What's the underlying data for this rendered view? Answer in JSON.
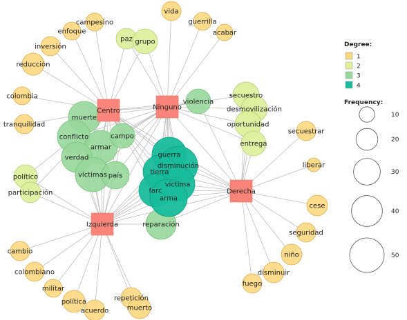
{
  "legend": {
    "degree_title": "Degree:",
    "degree_levels": [
      {
        "label": "1",
        "color": "#FDD882"
      },
      {
        "label": "2",
        "color": "#DDEF9A"
      },
      {
        "label": "3",
        "color": "#97D89A"
      },
      {
        "label": "4",
        "color": "#18BC9C"
      }
    ],
    "frequency_title": "Frequency:",
    "frequency_levels": [
      {
        "label": "10",
        "value": 10
      },
      {
        "label": "20",
        "value": 20
      },
      {
        "label": "30",
        "value": 30
      },
      {
        "label": "40",
        "value": 40
      },
      {
        "label": "50",
        "value": 50
      }
    ]
  },
  "colors": {
    "hub": "#F9857A",
    "edge": "#BDBDBD",
    "node_stroke": "#C8A860"
  },
  "hubs": [
    {
      "id": "centro",
      "label": "Centro"
    },
    {
      "id": "ninguno",
      "label": "Ninguno"
    },
    {
      "id": "izquierda",
      "label": "Izquierda"
    },
    {
      "id": "derecha",
      "label": "Derecha"
    }
  ],
  "nodes": [
    {
      "label": "campesino",
      "degree": 1,
      "links": [
        "centro"
      ]
    },
    {
      "label": "enfoque",
      "degree": 1,
      "links": [
        "centro"
      ]
    },
    {
      "label": "inversión",
      "degree": 1,
      "links": [
        "centro"
      ]
    },
    {
      "label": "reducción",
      "degree": 1,
      "links": [
        "centro"
      ]
    },
    {
      "label": "colombia",
      "degree": 1,
      "links": [
        "centro"
      ]
    },
    {
      "label": "tranquilidad",
      "degree": 1,
      "links": [
        "centro"
      ]
    },
    {
      "label": "vida",
      "degree": 1,
      "links": [
        "ninguno"
      ]
    },
    {
      "label": "guerrilla",
      "degree": 1,
      "links": [
        "ninguno"
      ]
    },
    {
      "label": "acabar",
      "degree": 1,
      "links": [
        "ninguno"
      ]
    },
    {
      "label": "paz",
      "degree": 2,
      "links": [
        "centro",
        "ninguno"
      ]
    },
    {
      "label": "grupo",
      "degree": 2,
      "links": [
        "centro",
        "ninguno"
      ]
    },
    {
      "label": "violencia",
      "degree": 3,
      "links": [
        "centro",
        "ninguno",
        "derecha"
      ]
    },
    {
      "label": "secuestro",
      "degree": 2,
      "links": [
        "ninguno",
        "derecha"
      ]
    },
    {
      "label": "desmovilización",
      "degree": 2,
      "links": [
        "ninguno",
        "derecha"
      ]
    },
    {
      "label": "oportunidad",
      "degree": 2,
      "links": [
        "ninguno",
        "derecha"
      ]
    },
    {
      "label": "entrega",
      "degree": 2,
      "links": [
        "ninguno",
        "derecha"
      ]
    },
    {
      "label": "muerte",
      "degree": 3,
      "links": [
        "centro",
        "ninguno",
        "izquierda"
      ]
    },
    {
      "label": "conflicto",
      "degree": 3,
      "links": [
        "centro",
        "ninguno",
        "izquierda"
      ]
    },
    {
      "label": "armar",
      "degree": 3,
      "links": [
        "centro",
        "ninguno",
        "izquierda"
      ]
    },
    {
      "label": "campo",
      "degree": 3,
      "links": [
        "centro",
        "ninguno",
        "izquierda"
      ]
    },
    {
      "label": "verdad",
      "degree": 3,
      "links": [
        "centro",
        "ninguno",
        "izquierda"
      ]
    },
    {
      "label": "víctimas",
      "degree": 3,
      "links": [
        "centro",
        "ninguno",
        "izquierda"
      ]
    },
    {
      "label": "país",
      "degree": 3,
      "links": [
        "centro",
        "ninguno",
        "izquierda"
      ]
    },
    {
      "label": "guerra",
      "degree": 4,
      "links": [
        "centro",
        "ninguno",
        "izquierda",
        "derecha"
      ]
    },
    {
      "label": "disminución",
      "degree": 4,
      "links": [
        "centro",
        "ninguno",
        "izquierda",
        "derecha"
      ]
    },
    {
      "label": "tierra",
      "degree": 4,
      "links": [
        "centro",
        "ninguno",
        "izquierda",
        "derecha"
      ]
    },
    {
      "label": "víctima",
      "degree": 4,
      "links": [
        "centro",
        "ninguno",
        "izquierda",
        "derecha"
      ]
    },
    {
      "label": "farc",
      "degree": 4,
      "links": [
        "centro",
        "ninguno",
        "izquierda",
        "derecha"
      ]
    },
    {
      "label": "arma",
      "degree": 4,
      "links": [
        "centro",
        "ninguno",
        "izquierda",
        "derecha"
      ]
    },
    {
      "label": "reparación",
      "degree": 3,
      "links": [
        "ninguno",
        "izquierda",
        "derecha"
      ]
    },
    {
      "label": "político",
      "degree": 2,
      "links": [
        "centro",
        "izquierda"
      ]
    },
    {
      "label": "participación",
      "degree": 2,
      "links": [
        "centro",
        "izquierda"
      ]
    },
    {
      "label": "cambio",
      "degree": 1,
      "links": [
        "izquierda"
      ]
    },
    {
      "label": "colombiano",
      "degree": 1,
      "links": [
        "izquierda"
      ]
    },
    {
      "label": "militar",
      "degree": 1,
      "links": [
        "izquierda"
      ]
    },
    {
      "label": "política",
      "degree": 1,
      "links": [
        "izquierda"
      ]
    },
    {
      "label": "acuerdo",
      "degree": 1,
      "links": [
        "izquierda"
      ]
    },
    {
      "label": "repetición",
      "degree": 1,
      "links": [
        "izquierda"
      ]
    },
    {
      "label": "muerto",
      "degree": 1,
      "links": [
        "izquierda"
      ]
    },
    {
      "label": "secuestrar",
      "degree": 1,
      "links": [
        "derecha"
      ]
    },
    {
      "label": "liberar",
      "degree": 1,
      "links": [
        "derecha"
      ]
    },
    {
      "label": "cese",
      "degree": 1,
      "links": [
        "derecha"
      ]
    },
    {
      "label": "seguridad",
      "degree": 1,
      "links": [
        "derecha"
      ]
    },
    {
      "label": "niño",
      "degree": 1,
      "links": [
        "derecha"
      ]
    },
    {
      "label": "disminuir",
      "degree": 1,
      "links": [
        "derecha"
      ]
    },
    {
      "label": "fuego",
      "degree": 1,
      "links": [
        "derecha"
      ]
    }
  ]
}
